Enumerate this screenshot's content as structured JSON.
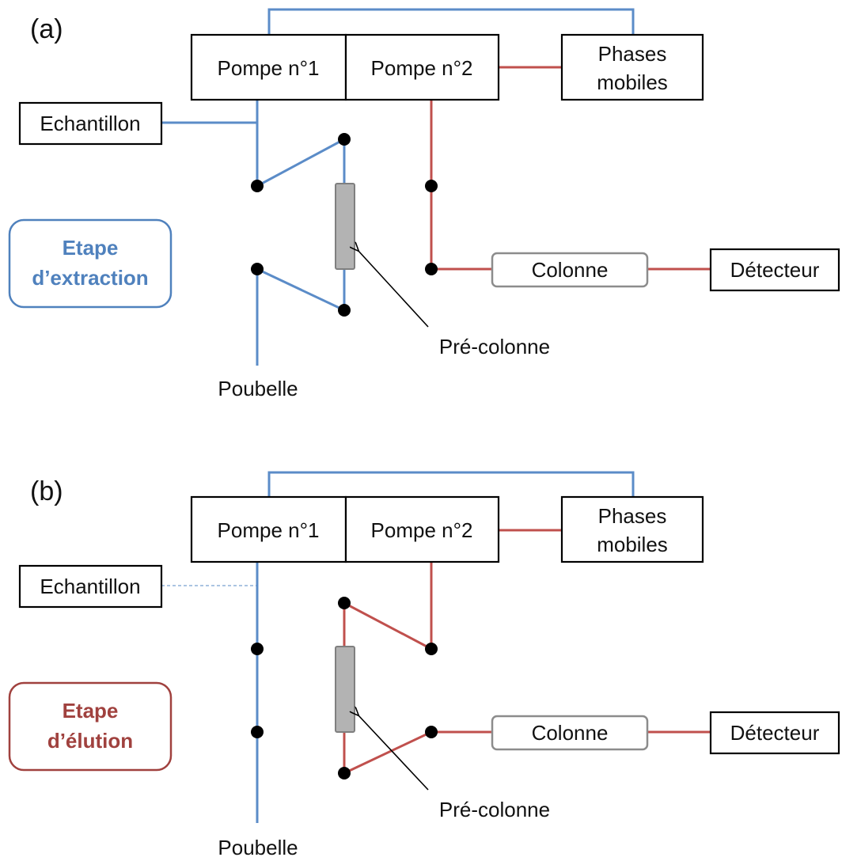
{
  "colors": {
    "blue_line": "#5b8cc8",
    "red_line": "#c0504d",
    "extraction_step": "#4f81bd",
    "elution_step": "#a0413e",
    "precolumn_fill": "#b3b3b3"
  },
  "panel_a": {
    "label": "(a)",
    "pump1": "Pompe n°1",
    "pump2": "Pompe n°2",
    "mobile_line1": "Phases",
    "mobile_line2": "mobiles",
    "sample": "Echantillon",
    "step_line1": "Etape",
    "step_line2": "d’extraction",
    "column": "Colonne",
    "detector": "Détecteur",
    "precolumn": "Pré-colonne",
    "waste": "Poubelle"
  },
  "panel_b": {
    "label": "(b)",
    "pump1": "Pompe n°1",
    "pump2": "Pompe n°2",
    "mobile_line1": "Phases",
    "mobile_line2": "mobiles",
    "sample": "Echantillon",
    "step_line1": "Etape",
    "step_line2": "d’élution",
    "column": "Colonne",
    "detector": "Détecteur",
    "precolumn": "Pré-colonne",
    "waste": "Poubelle"
  }
}
